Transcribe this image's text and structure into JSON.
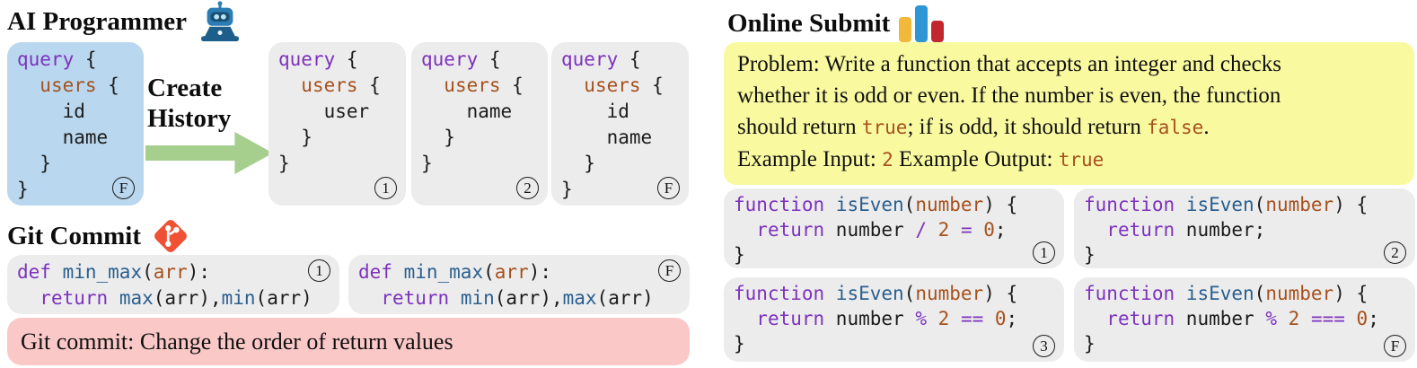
{
  "palette": {
    "kw": "#7d32be",
    "fn": "#2a5f8f",
    "id": "#a6511d",
    "code": "#1c1c1c",
    "box-blue": "#b9d7ee",
    "box-gray": "#ececec",
    "box-yellow": "#f9f9a0",
    "box-pink": "#fbc8c8",
    "arrow-green": "#a6cf8e"
  },
  "icons": {
    "robot": "robot-icon",
    "git": "git-logo-icon",
    "bar_chart": "bar-chart-icon",
    "git_color": "#f05033",
    "bar_yellow": "#f0b93c",
    "bar_blue": "#2e96d4",
    "bar_red": "#c2272f",
    "robot_blue": "#2b7cb3",
    "robot_dark": "#1d5f8a"
  },
  "ai": {
    "title": "AI Programmer",
    "arrow_label_line1": "Create",
    "arrow_label_line2": "History",
    "final_box": {
      "badge": "F",
      "code": [
        [
          [
            "k",
            "query"
          ],
          [
            "p",
            " {"
          ]
        ],
        [
          [
            "p",
            "  "
          ],
          [
            "v",
            "users"
          ],
          [
            "p",
            " {"
          ]
        ],
        [
          [
            "p",
            "    id"
          ]
        ],
        [
          [
            "p",
            "    name"
          ]
        ],
        [
          [
            "p",
            "  }"
          ]
        ],
        [
          [
            "p",
            "}"
          ]
        ]
      ]
    },
    "history": [
      {
        "badge": "1",
        "code": [
          [
            [
              "k",
              "query"
            ],
            [
              "p",
              " {"
            ]
          ],
          [
            [
              "p",
              "  "
            ],
            [
              "v",
              "users"
            ],
            [
              "p",
              " {"
            ]
          ],
          [
            [
              "p",
              "    user"
            ]
          ],
          [
            [
              "p",
              "  }"
            ]
          ],
          [
            [
              "p",
              "}"
            ]
          ]
        ]
      },
      {
        "badge": "2",
        "code": [
          [
            [
              "k",
              "query"
            ],
            [
              "p",
              " {"
            ]
          ],
          [
            [
              "p",
              "  "
            ],
            [
              "v",
              "users"
            ],
            [
              "p",
              " {"
            ]
          ],
          [
            [
              "p",
              "    name"
            ]
          ],
          [
            [
              "p",
              "  }"
            ]
          ],
          [
            [
              "p",
              "}"
            ]
          ]
        ]
      },
      {
        "badge": "F",
        "code": [
          [
            [
              "k",
              "query"
            ],
            [
              "p",
              " {"
            ]
          ],
          [
            [
              "p",
              "  "
            ],
            [
              "v",
              "users"
            ],
            [
              "p",
              " {"
            ]
          ],
          [
            [
              "p",
              "    id"
            ]
          ],
          [
            [
              "p",
              "    name"
            ]
          ],
          [
            [
              "p",
              "  }"
            ]
          ],
          [
            [
              "p",
              "}"
            ]
          ]
        ]
      }
    ]
  },
  "git": {
    "title": "Git Commit",
    "boxes": [
      {
        "badge": "1",
        "code": [
          [
            [
              "k",
              "def"
            ],
            [
              "p",
              " "
            ],
            [
              "f",
              "min_max"
            ],
            [
              "p",
              "("
            ],
            [
              "v",
              "arr"
            ],
            [
              "p",
              "):"
            ]
          ],
          [
            [
              "p",
              "  "
            ],
            [
              "k",
              "return"
            ],
            [
              "p",
              " "
            ],
            [
              "f",
              "max"
            ],
            [
              "p",
              "(arr),"
            ],
            [
              "f",
              "min"
            ],
            [
              "p",
              "(arr)"
            ]
          ]
        ]
      },
      {
        "badge": "F",
        "code": [
          [
            [
              "k",
              "def"
            ],
            [
              "p",
              " "
            ],
            [
              "f",
              "min_max"
            ],
            [
              "p",
              "("
            ],
            [
              "v",
              "arr"
            ],
            [
              "p",
              "):"
            ]
          ],
          [
            [
              "p",
              "  "
            ],
            [
              "k",
              "return"
            ],
            [
              "p",
              " "
            ],
            [
              "f",
              "min"
            ],
            [
              "p",
              "(arr),"
            ],
            [
              "f",
              "max"
            ],
            [
              "p",
              "(arr)"
            ]
          ]
        ]
      }
    ],
    "commit_message": "Git commit: Change the order of return values"
  },
  "online": {
    "title": "Online Submit",
    "problem": [
      [
        [
          "s",
          "Problem: Write a function that accepts an integer and checks"
        ]
      ],
      [
        [
          "s",
          "whether it is odd or even. If the number is even, the function"
        ]
      ],
      [
        [
          "s",
          "should return "
        ],
        [
          "m",
          "true"
        ],
        [
          "s",
          "; if is odd, it should return "
        ],
        [
          "m",
          "false"
        ],
        [
          "s",
          "."
        ]
      ],
      [
        [
          "s",
          "Example Input: "
        ],
        [
          "m",
          "2"
        ],
        [
          "s",
          " Example Output: "
        ],
        [
          "m",
          "true"
        ]
      ]
    ],
    "submissions": [
      {
        "badge": "1",
        "code": [
          [
            [
              "k",
              "function"
            ],
            [
              "p",
              " "
            ],
            [
              "f",
              "isEven"
            ],
            [
              "p",
              "("
            ],
            [
              "v",
              "number"
            ],
            [
              "p",
              ") {"
            ]
          ],
          [
            [
              "p",
              "  "
            ],
            [
              "k",
              "return"
            ],
            [
              "p",
              " number "
            ],
            [
              "o",
              "/"
            ],
            [
              "p",
              " "
            ],
            [
              "v",
              "2"
            ],
            [
              "p",
              " "
            ],
            [
              "o",
              "="
            ],
            [
              "p",
              " "
            ],
            [
              "v",
              "0"
            ],
            [
              "p",
              ";"
            ]
          ],
          [
            [
              "p",
              "}"
            ]
          ]
        ]
      },
      {
        "badge": "2",
        "code": [
          [
            [
              "k",
              "function"
            ],
            [
              "p",
              " "
            ],
            [
              "f",
              "isEven"
            ],
            [
              "p",
              "("
            ],
            [
              "v",
              "number"
            ],
            [
              "p",
              ") {"
            ]
          ],
          [
            [
              "p",
              "  "
            ],
            [
              "k",
              "return"
            ],
            [
              "p",
              " number;"
            ]
          ],
          [
            [
              "p",
              "}"
            ]
          ]
        ]
      },
      {
        "badge": "3",
        "code": [
          [
            [
              "k",
              "function"
            ],
            [
              "p",
              " "
            ],
            [
              "f",
              "isEven"
            ],
            [
              "p",
              "("
            ],
            [
              "v",
              "number"
            ],
            [
              "p",
              ") {"
            ]
          ],
          [
            [
              "p",
              "  "
            ],
            [
              "k",
              "return"
            ],
            [
              "p",
              " number "
            ],
            [
              "o",
              "%"
            ],
            [
              "p",
              " "
            ],
            [
              "v",
              "2"
            ],
            [
              "p",
              " "
            ],
            [
              "o",
              "=="
            ],
            [
              "p",
              " "
            ],
            [
              "v",
              "0"
            ],
            [
              "p",
              ";"
            ]
          ],
          [
            [
              "p",
              "}"
            ]
          ]
        ]
      },
      {
        "badge": "F",
        "code": [
          [
            [
              "k",
              "function"
            ],
            [
              "p",
              " "
            ],
            [
              "f",
              "isEven"
            ],
            [
              "p",
              "("
            ],
            [
              "v",
              "number"
            ],
            [
              "p",
              ") {"
            ]
          ],
          [
            [
              "p",
              "  "
            ],
            [
              "k",
              "return"
            ],
            [
              "p",
              " number "
            ],
            [
              "o",
              "%"
            ],
            [
              "p",
              " "
            ],
            [
              "v",
              "2"
            ],
            [
              "p",
              " "
            ],
            [
              "o",
              "==="
            ],
            [
              "p",
              " "
            ],
            [
              "v",
              "0"
            ],
            [
              "p",
              ";"
            ]
          ],
          [
            [
              "p",
              "}"
            ]
          ]
        ]
      }
    ]
  }
}
